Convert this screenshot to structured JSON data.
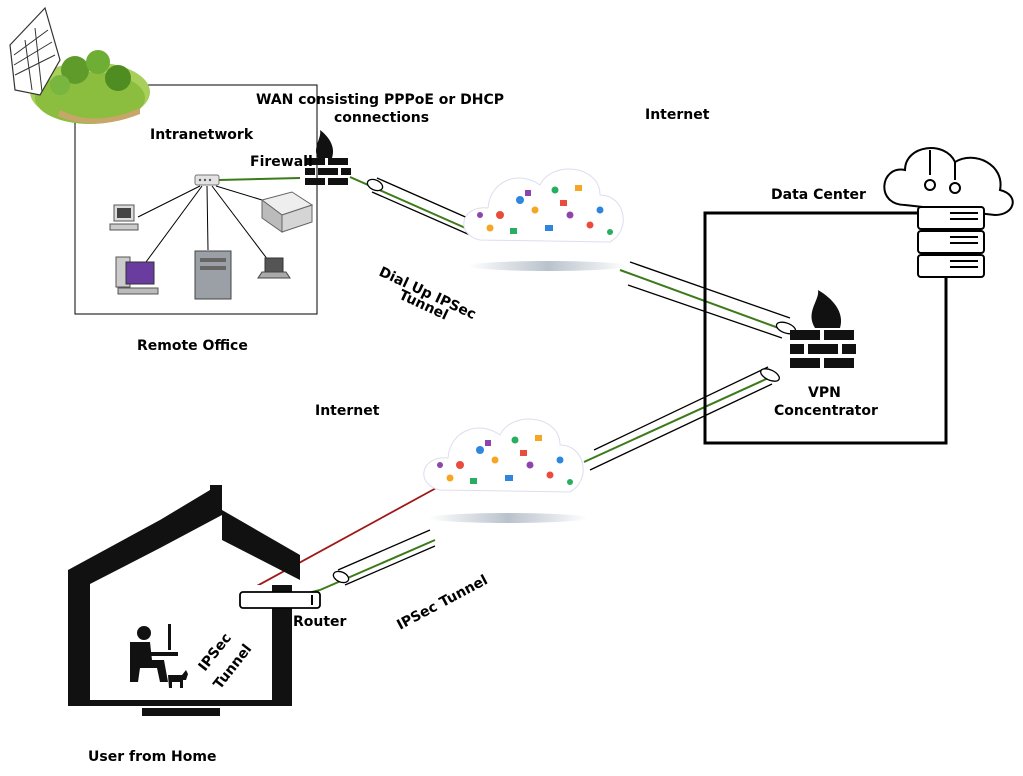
{
  "labels": {
    "wan_line1": "WAN consisting PPPoE or DHCP",
    "wan_line2": "connections",
    "internet_top": "Internet",
    "intranetwork": "Intranetwork",
    "firewall": "Firewall",
    "data_center": "Data Center",
    "dialup_line1": "Dial Up IPSec",
    "dialup_line2": "Tunnel",
    "remote_office": "Remote Office",
    "internet_bottom": "Internet",
    "vpn_line1": "VPN",
    "vpn_line2": "Concentrator",
    "router": "Router",
    "ipsec_tunnel": "IPSec Tunnel",
    "home_ipsec_line1": "IPSec",
    "home_ipsec_line2": "Tunnel",
    "user_home": "User from Home"
  },
  "colors": {
    "link_green": "#3c7a1a",
    "direct_red": "#a01818",
    "outline": "#000000",
    "cloud_shadow": "#c8d0d8"
  },
  "icons": [
    "building-icon",
    "hub-icon",
    "computer-icon",
    "printer-icon",
    "server-tower-icon",
    "laptop-icon",
    "firewall-icon",
    "cloud-network-icon",
    "server-rack-icon",
    "house-icon",
    "router-icon",
    "user-at-desk-icon",
    "dog-icon"
  ]
}
